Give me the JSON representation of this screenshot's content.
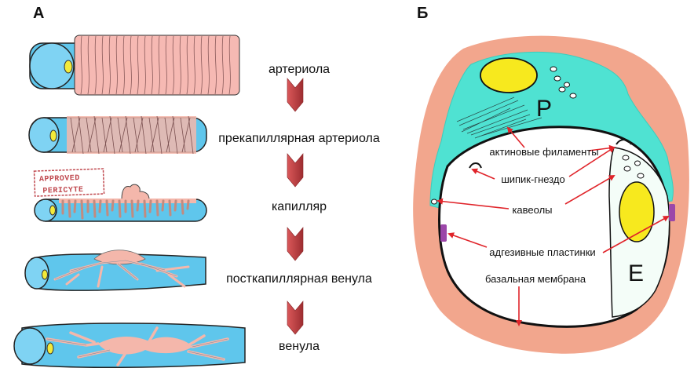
{
  "panel_a": {
    "letter": "А",
    "stamp": [
      "APPROVED",
      "PERICYTE"
    ],
    "stages": [
      "артериола",
      "прекапиллярная артериола",
      "капилляр",
      "посткапиллярная венула",
      "венула"
    ]
  },
  "panel_b": {
    "letter": "Б",
    "cell_p": "P",
    "cell_e": "E",
    "labels": [
      "актиновые филаменты",
      "шипик-гнездо",
      "кавеолы",
      "адгезивные пластинки",
      "базальная мембрана"
    ]
  },
  "colors": {
    "endothelium": "#5fc6ec",
    "pericyte": "#f4b7ab",
    "smooth_muscle": "#f6b9b3",
    "nucleus": "#f3ea3a",
    "outer_tissue": "#f2a68d",
    "pericyte_cytoplasm": "#4fe2d2",
    "endothelial_cell": "#f4fdf8",
    "arrow": "#e0242a",
    "chevron": "#b93a3c",
    "adhesion_plaque": "#9c47a9"
  }
}
